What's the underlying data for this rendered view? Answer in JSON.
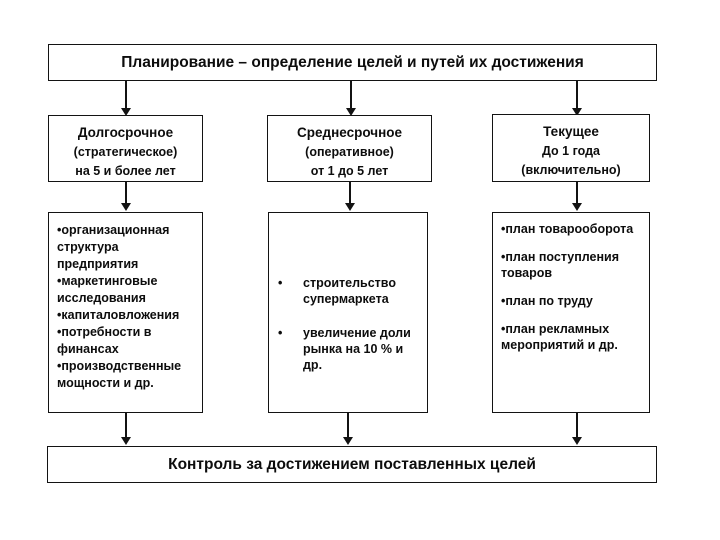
{
  "diagram": {
    "title": "Планирование – определение целей и путей их достижения",
    "footer": "Контроль за достижением поставленных целей",
    "colors": {
      "text": "#0d0d0d",
      "border": "#131313",
      "background": "#ffffff"
    },
    "columns": [
      {
        "header": [
          "Долгосрочное",
          "(стратегическое)",
          "на 5 и более лет"
        ],
        "items": [
          "•организационная структура предприятия",
          "•маркетинговые исследования",
          "•капиталовложения",
          "•потребности в финансах",
          "•производственные мощности и др."
        ]
      },
      {
        "header": [
          "Среднесрочное",
          "(оперативное)",
          "от 1 до 5 лет"
        ],
        "bullet": "•",
        "items": [
          "строительство супермаркета",
          "увеличение доли рынка на 10 % и др."
        ]
      },
      {
        "header": [
          "Текущее",
          "До 1 года",
          "(включительно)"
        ],
        "items": [
          "•план товарооборота",
          "•план поступления товаров",
          "•план по труду",
          "•план рекламных мероприятий и др."
        ]
      }
    ]
  }
}
